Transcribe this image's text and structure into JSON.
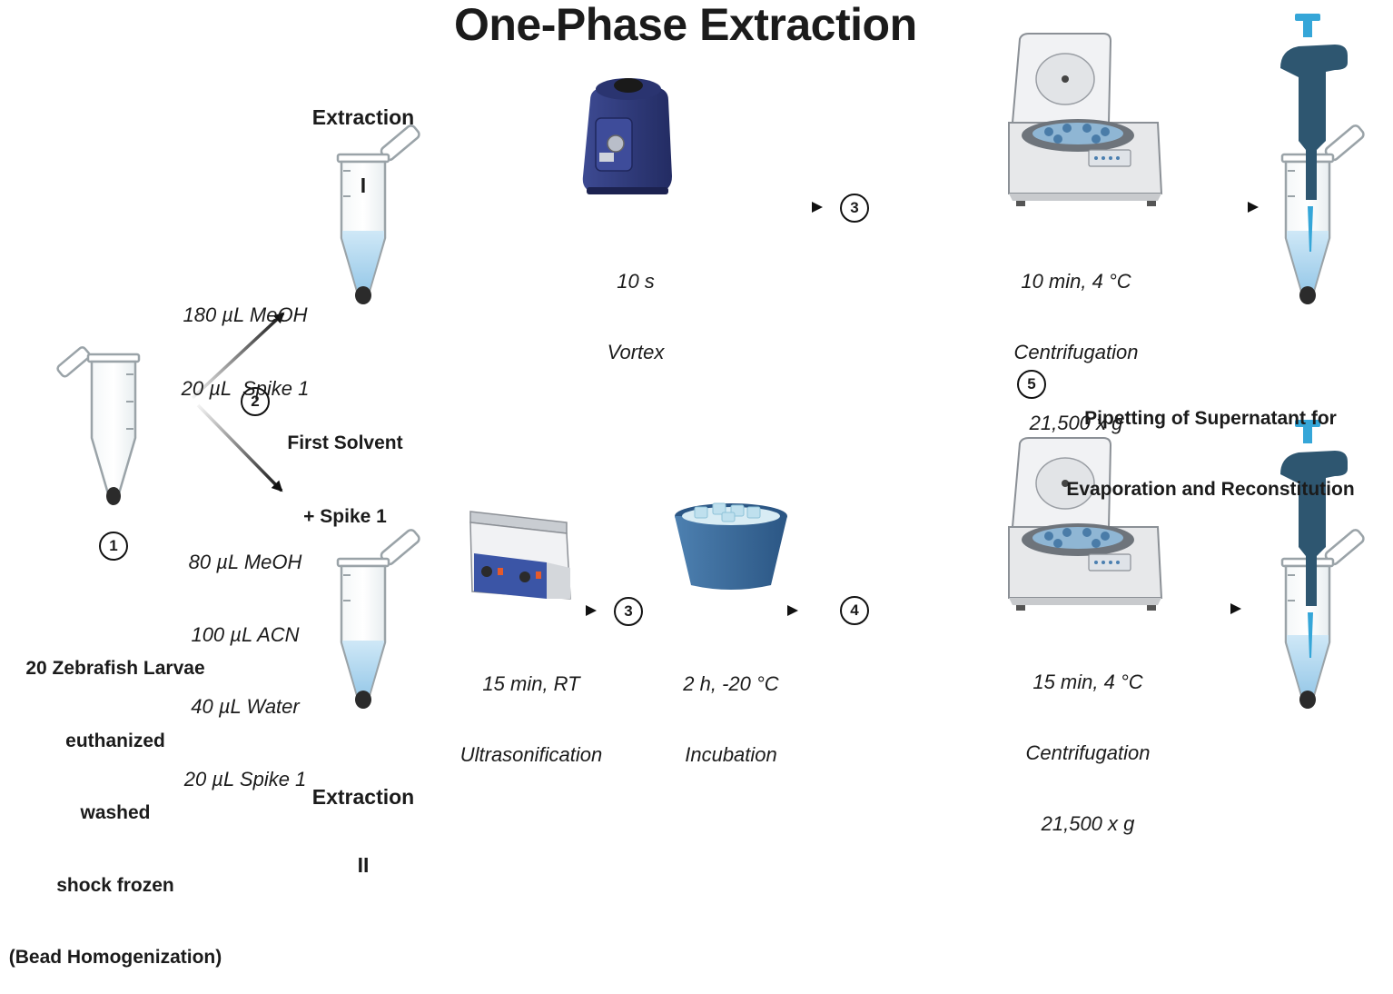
{
  "title": "One-Phase Extraction",
  "extraction_1": {
    "label_line1": "Extraction",
    "label_line2": "I"
  },
  "extraction_2": {
    "label_line1": "Extraction",
    "label_line2": "II"
  },
  "start": {
    "step": "1",
    "lines": [
      "20 Zebrafish Larvae",
      "euthanized",
      "washed",
      "shock frozen",
      "(Bead Homogenization)"
    ]
  },
  "first_solvent": {
    "step": "2",
    "line1": "First Solvent",
    "line2": "+ Spike 1"
  },
  "solvent_1": [
    "180 µL MeOH",
    "20 µL  Spike 1"
  ],
  "solvent_2": [
    "80 µL MeOH",
    "100 µL ACN",
    "40 µL Water",
    "20 µL Spike 1"
  ],
  "row1": {
    "vortex": {
      "line1": "10 s",
      "line2": "Vortex"
    },
    "step3": "3",
    "centrifugation": {
      "line1": "10 min, 4 °C",
      "line2": "Centrifugation",
      "line3": "21,500 x g"
    }
  },
  "row2": {
    "sonication": {
      "line1": "15 min, RT",
      "line2": "Ultrasonification"
    },
    "step3": "3",
    "incubation": {
      "line1": "2 h, -20 °C",
      "line2": "Incubation"
    },
    "step4": "4",
    "centrifugation": {
      "line1": "15 min, 4 °C",
      "line2": "Centrifugation",
      "line3": "21,500 x g"
    }
  },
  "pipetting": {
    "step": "5",
    "line1": "Pipetting of Supernatant for",
    "line2": "Evaporation and Reconstitution"
  },
  "colors": {
    "tube_outline": "#9aa3a8",
    "liquid": "#a8d4ef",
    "pellet": "#2b2b2b",
    "pipette": "#2e5670",
    "pipette_tip_button": "#35a6d8",
    "vortex_body": "#2f3a78",
    "centrifuge": "#e7e8ea",
    "bucket": "#3a6b9a",
    "ice": "#cfe6f0"
  }
}
